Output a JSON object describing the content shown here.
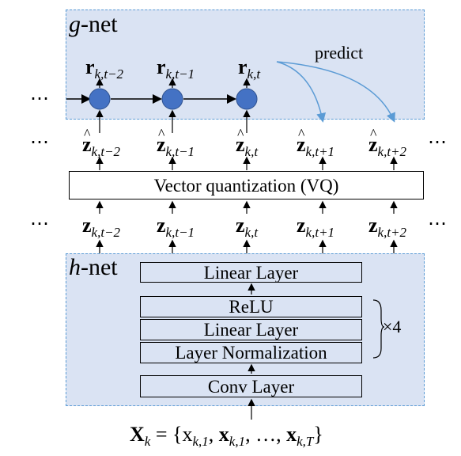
{
  "g_net": {
    "title_italic": "g",
    "title_rest": "-net"
  },
  "h_net": {
    "title_italic": "h",
    "title_rest": "-net"
  },
  "predict_label": "predict",
  "r_labels": [
    "r",
    "r",
    "r"
  ],
  "r_subs": [
    "k,t−2",
    "k,t−1",
    "k,t"
  ],
  "zhat_labels": [
    "z",
    "z",
    "z",
    "z",
    "z"
  ],
  "zhat_subs": [
    "k,t−2",
    "k,t−1",
    "k,t",
    "k,t+1",
    "k,t+2"
  ],
  "z_labels": [
    "z",
    "z",
    "z",
    "z",
    "z"
  ],
  "z_subs": [
    "k,t−2",
    "k,t−1",
    "k,t",
    "k,t+1",
    "k,t+2"
  ],
  "ellipsis": "⋯",
  "vq_label": "Vector quantization (VQ)",
  "layers": {
    "linear_top": "Linear Layer",
    "relu": "ReLU",
    "linear_mid": "Linear Layer",
    "layer_norm": "Layer Normalization",
    "conv": "Conv Layer"
  },
  "repeat_label": "×4",
  "input_formula": "X",
  "input_formula_sub": "k",
  "input_formula_rest": " = {x",
  "input_items": [
    "k,1",
    "k,1",
    "…",
    "k,T"
  ],
  "colors": {
    "panel_fill": "#dae3f3",
    "panel_border": "#5b9bd5",
    "node_fill": "#4472c4",
    "arrow_blue": "#5b9bd5"
  }
}
